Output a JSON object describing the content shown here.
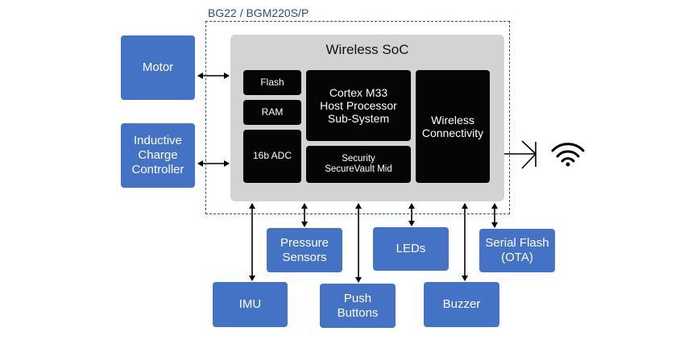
{
  "module_label": "BG22 / BGM220S/P",
  "soc": {
    "title": "Wireless SoC",
    "blocks": {
      "flash": "Flash",
      "ram": "RAM",
      "adc": "16b ADC",
      "cortex": "Cortex M33\nHost Processor\nSub-System",
      "security": "Security\nSecureVault Mid",
      "wireless": "Wireless\nConnectivity"
    }
  },
  "peripherals": {
    "motor": "Motor",
    "inductive": "Inductive\nCharge\nController",
    "imu": "IMU",
    "pressure": "Pressure\nSensors",
    "push": "Push\nButtons",
    "leds": "LEDs",
    "buzzer": "Buzzer",
    "serial_flash": "Serial Flash\n(OTA)"
  },
  "icons": {
    "antenna": "antenna-icon",
    "wifi": "wifi-signal-icon"
  },
  "colors": {
    "peripheral": "#4472c4",
    "block": "#050505",
    "soc": "#d3d3d3",
    "module_border": "#2a4d8f"
  }
}
